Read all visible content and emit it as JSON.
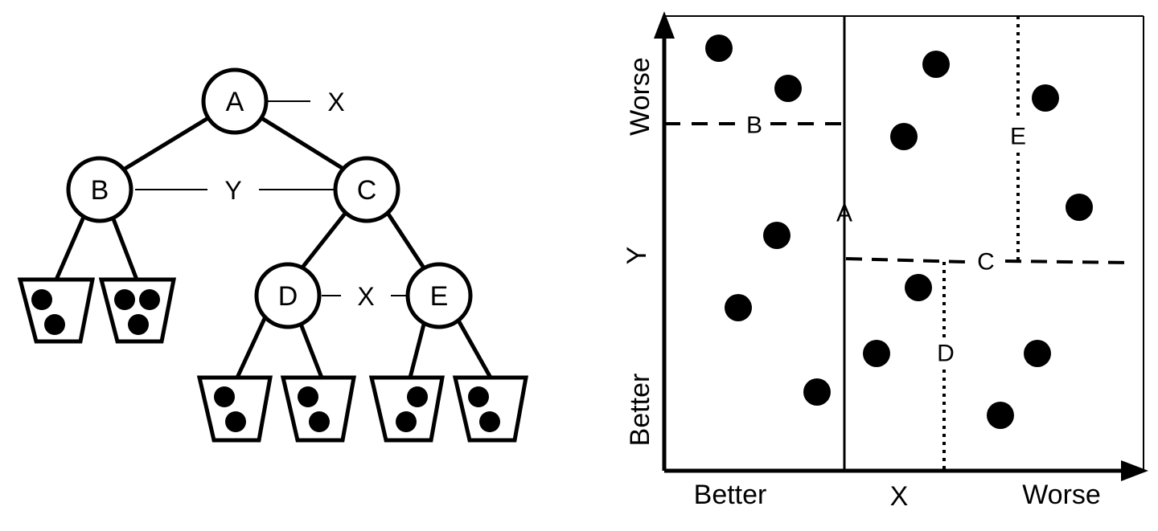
{
  "tree": {
    "nodes": {
      "A": "A",
      "B": "B",
      "C": "C",
      "D": "D",
      "E": "E"
    },
    "split_labels": {
      "A": "X",
      "B_C": "Y",
      "D_E": "X"
    },
    "leaf_ball_counts": [
      2,
      3,
      2,
      2,
      2,
      2
    ]
  },
  "partition": {
    "x_axis_label": "X",
    "y_axis_label": "Y",
    "x_low_label": "Better",
    "x_high_label": "Worse",
    "y_low_label": "Better",
    "y_high_label": "Worse",
    "region_labels": {
      "A": "A",
      "B": "B",
      "C": "C",
      "D": "D",
      "E": "E"
    },
    "colors": {
      "ink": "#000000",
      "background": "#ffffff"
    }
  }
}
